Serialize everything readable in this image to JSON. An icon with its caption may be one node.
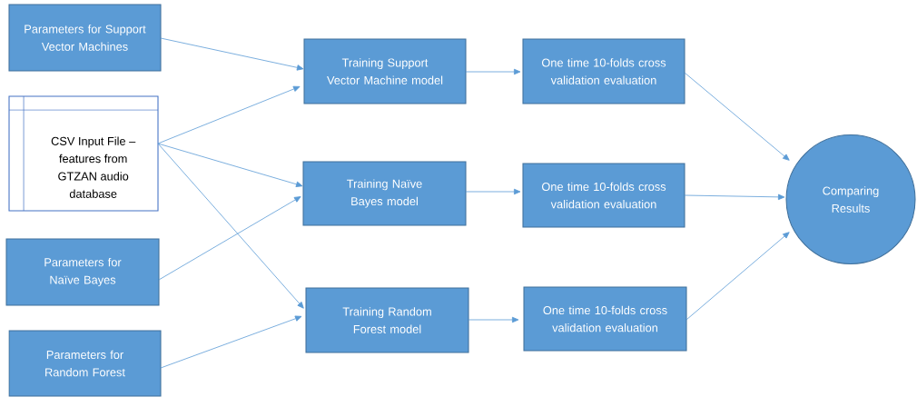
{
  "diagram": {
    "nodes": [
      {
        "text": [
          "Parameters for Support Vector Machines"
        ]
      },
      {
        "text": [
          "CSV Input File – features from GTZAN audio database"
        ]
      },
      {
        "text": [
          "Parameters for Naïve Bayes"
        ]
      },
      {
        "text": [
          "Parameters for Random Forest"
        ]
      },
      {
        "text": [
          "Training Support Vector Machine model"
        ]
      },
      {
        "text": [
          "One time 10-folds cross validation evaluation"
        ]
      },
      {
        "text": [
          "Training Naïve Bayes model"
        ]
      },
      {
        "text": [
          "One time 10-folds cross validation evaluation"
        ]
      },
      {
        "text": [
          "Training Random Forest model"
        ]
      },
      {
        "text": [
          "One time 10-folds cross validation evaluation"
        ]
      },
      {
        "text": [
          "Comparing Results"
        ]
      }
    ],
    "edges": [
      {
        "from": 0,
        "to": 4,
        "arrow": "to"
      },
      {
        "from": 1,
        "to": 4,
        "arrow": "to"
      },
      {
        "from": 1,
        "to": 6,
        "arrow": "to"
      },
      {
        "from": 1,
        "to": 8,
        "arrow": "to"
      },
      {
        "from": 2,
        "to": 6,
        "arrow": "to"
      },
      {
        "from": 3,
        "to": 8,
        "arrow": "to"
      },
      {
        "from": 4,
        "to": 5,
        "arrow": "to"
      },
      {
        "from": 6,
        "to": 7,
        "arrow": "to"
      },
      {
        "from": 8,
        "to": 9,
        "arrow": "to"
      },
      {
        "from": 5,
        "to": 10,
        "arrow": "to"
      },
      {
        "from": 7,
        "to": 10,
        "arrow": "to"
      },
      {
        "from": 9,
        "to": 10,
        "arrow": "to"
      }
    ]
  }
}
